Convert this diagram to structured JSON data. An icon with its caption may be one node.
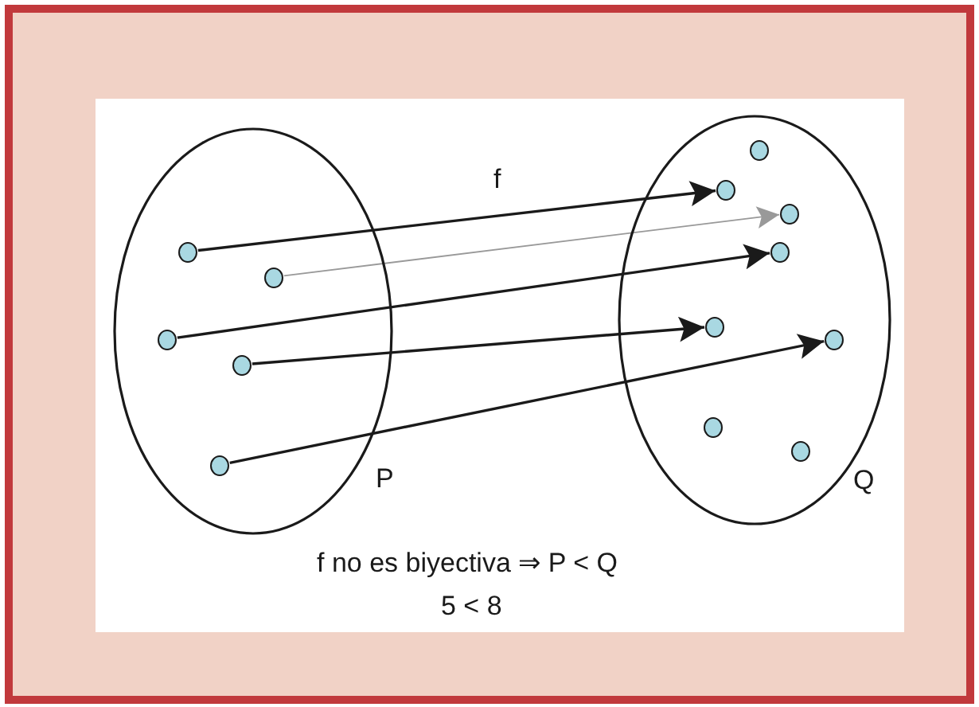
{
  "diagram": {
    "nodes": [
      {
        "text": [
          "P"
        ]
      },
      {
        "text": [],
        "shape": "circle",
        "in": 0
      },
      {
        "text": [],
        "shape": "circle",
        "in": 0
      },
      {
        "text": [],
        "shape": "circle",
        "in": 0
      },
      {
        "text": [],
        "shape": "circle",
        "in": 0
      },
      {
        "text": [],
        "shape": "circle",
        "in": 0
      },
      {
        "text": [
          "Q"
        ]
      },
      {
        "text": [],
        "shape": "circle",
        "in": 6
      },
      {
        "text": [],
        "shape": "circle",
        "in": 6
      },
      {
        "text": [],
        "shape": "circle",
        "in": 6
      },
      {
        "text": [],
        "shape": "circle",
        "in": 6
      },
      {
        "text": [],
        "shape": "circle",
        "in": 6
      },
      {
        "text": [],
        "shape": "circle",
        "in": 6
      },
      {
        "text": [],
        "shape": "circle",
        "in": 6
      },
      {
        "text": [],
        "shape": "circle",
        "in": 6
      }
    ],
    "edges": [
      {
        "from": 1,
        "to": 8,
        "arrow": "to"
      },
      {
        "from": 2,
        "to": 9,
        "arrow": "to",
        "color": "#999999"
      },
      {
        "from": 3,
        "to": 10,
        "arrow": "to"
      },
      {
        "from": 4,
        "to": 11,
        "arrow": "to"
      },
      {
        "from": 5,
        "to": 12,
        "arrow": "to"
      }
    ],
    "labels": [
      "f",
      "f no es biyectiva ⇒ P < Q",
      "5 < 8"
    ]
  }
}
